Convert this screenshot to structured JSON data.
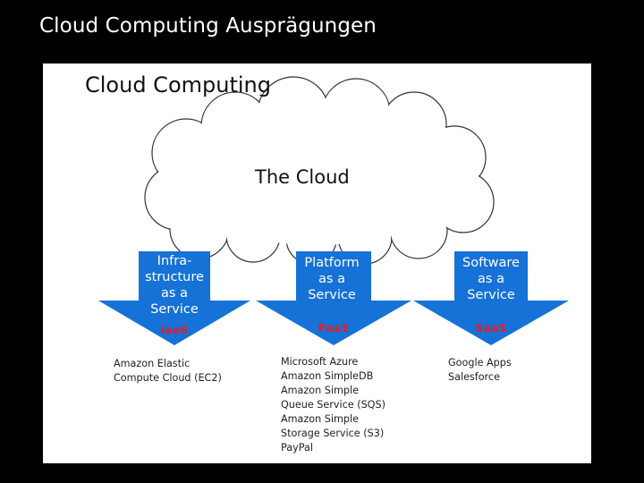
{
  "slide_title": "Cloud Computing Ausprägungen",
  "diagram": {
    "title": "Cloud Computing",
    "cloud_label": "The Cloud",
    "services": [
      {
        "label_lines": [
          "Infra-",
          "structure",
          "as a",
          "Service"
        ],
        "abbr": "IaaS",
        "examples": [
          "Amazon Elastic",
          "Compute Cloud (EC2)"
        ]
      },
      {
        "label_lines": [
          "Platform",
          "as a",
          "Service"
        ],
        "abbr": "PaaS",
        "examples": [
          "Microsoft Azure",
          "Amazon SimpleDB",
          "Amazon Simple",
          "Queue Service (SQS)",
          "Amazon Simple",
          "Storage Service (S3)",
          "PayPal"
        ]
      },
      {
        "label_lines": [
          "Software",
          "as a",
          "Service"
        ],
        "abbr": "SaaS",
        "examples": [
          "Google Apps",
          "Salesforce"
        ]
      }
    ]
  },
  "colors": {
    "background": "#000000",
    "arrow_blue": "#1672d6",
    "abbr_red": "#e31e24",
    "cloud_fill": "#ffffff",
    "cloud_stroke": "#333333"
  }
}
